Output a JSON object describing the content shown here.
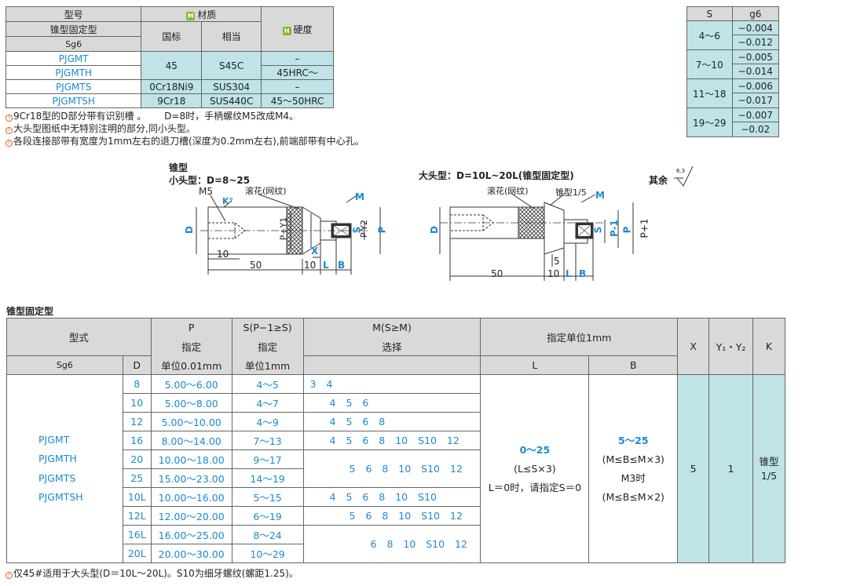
{
  "material_table": {
    "h_model": "型号",
    "h_type": "锥型固定型",
    "h_sg6": "Sg6",
    "h_material": "材质",
    "h_guobiao": "国标",
    "h_xiangdang": "相当",
    "h_hardness": "硬度",
    "rows": [
      {
        "model": "PJGMT",
        "gb": "45",
        "eq": "S45C",
        "hard": "–"
      },
      {
        "model": "PJGMTH",
        "hard": "45HRC～"
      },
      {
        "model": "PJGMTS",
        "gb": "0Cr18Ni9",
        "eq": "SUS304",
        "hard": "–"
      },
      {
        "model": "PJGMTSH",
        "gb": "9Cr18",
        "eq": "SUS440C",
        "hard": "45～50HRC"
      }
    ]
  },
  "tolerance_table": {
    "h_s": "S",
    "h_g6": "g6",
    "rows": [
      {
        "range": "4～6",
        "upper": "−0.004",
        "lower": "−0.012"
      },
      {
        "range": "7～10",
        "upper": "−0.005",
        "lower": "−0.014"
      },
      {
        "range": "11～18",
        "upper": "−0.006",
        "lower": "−0.017"
      },
      {
        "range": "19～29",
        "upper": "−0.007",
        "lower": "−0.02"
      }
    ]
  },
  "notes_top": [
    "9Cr18型的D部分带有识别槽 。      D=8时，手柄螺纹M5改成M4。",
    "大头型图纸中无特别注明的部分,同小头型。",
    "各段连接部带有宽度为1mm左右的退刀槽(深度为0.2mm左右),前端部带有中心孔。"
  ],
  "drawings": {
    "small_title1": "锥型",
    "small_title2": "小头型：D=8~25",
    "m5": "M5",
    "knurl": "滚花(网纹)",
    "m": "M",
    "d": "D",
    "k": "K°",
    "py1": "P+Y1",
    "py2": "P-Y2",
    "s": "S",
    "p": "P",
    "x": "X",
    "ten": "10",
    "fifty": "50",
    "l": "L",
    "b": "B",
    "large_title": "大头型：D=10L~20L(锥型固定型)",
    "taper": "锥型1/5",
    "pm1": "P-1",
    "pp1": "P+1",
    "five": "5",
    "rest": "其余",
    "rough": "6.3"
  },
  "section_title": "锥型固定型",
  "main_table": {
    "h_type": "型式",
    "h_p": "P",
    "h_p2": "指定",
    "h_p3": "单位0.01mm",
    "h_s": "S(P−1≥S)",
    "h_s2": "指定",
    "h_s3": "单位1mm",
    "h_m": "M(S≥M)",
    "h_m2": "选择",
    "h_unit": "指定单位1mm",
    "h_l": "L",
    "h_b": "B",
    "h_x": "X",
    "h_y": "Y₁・Y₂",
    "h_k": "K",
    "h_sg6": "Sg6",
    "h_d": "D",
    "models": [
      "PJGMT",
      "PJGMTH",
      "PJGMTS",
      "PJGMTSH"
    ],
    "rows": [
      {
        "d": "8",
        "p": "5.00～6.00",
        "s": "4～5",
        "m": "3 4"
      },
      {
        "d": "10",
        "p": "5.00～8.00",
        "s": "4～7",
        "m": "4 5 6"
      },
      {
        "d": "12",
        "p": "5.00～10.00",
        "s": "4～9",
        "m": "4 5 6 8"
      },
      {
        "d": "16",
        "p": "8.00～14.00",
        "s": "7～13",
        "m": "4 5 6 8 10 S10 12"
      },
      {
        "d": "20",
        "p": "10.00～18.00",
        "s": "9～17",
        "m": "5 6 8 10 S10 12"
      },
      {
        "d": "25",
        "p": "15.00～23.00",
        "s": "14～19"
      },
      {
        "d": "10L",
        "p": "10.00～16.00",
        "s": "5～15",
        "m": "4 5 6 8 10 S10"
      },
      {
        "d": "12L",
        "p": "12.00～20.00",
        "s": "6～19",
        "m": "5 6 8 10 S10 12"
      },
      {
        "d": "16L",
        "p": "16.00～25.00",
        "s": "8～24",
        "m": "6 8 10 S10 12"
      },
      {
        "d": "20L",
        "p": "20.00～30.00",
        "s": "10～29"
      }
    ],
    "l_value": "0～25",
    "l_note1": "(L≤S×3)",
    "l_note2": "L＝0时，请指定S＝0",
    "b_value": "5～25",
    "b_note1": "(M≤B≤M×3)",
    "b_note2": "M3时",
    "b_note3": "(M≤B≤M×2)",
    "x_value": "5",
    "y_value": "1",
    "k_value": "锥型",
    "k_value2": "1/5"
  },
  "note_bottom": "仅45#适用于大头型(D＝10L～20L)。S10为细牙螺纹(螺距1.25)。",
  "colors": {
    "accent": "#1a8ad0",
    "highlight": "#bfe3e6",
    "header": "#d9d9d9",
    "mark": "#e35a1c",
    "material_badge": "#7dbb2f"
  }
}
